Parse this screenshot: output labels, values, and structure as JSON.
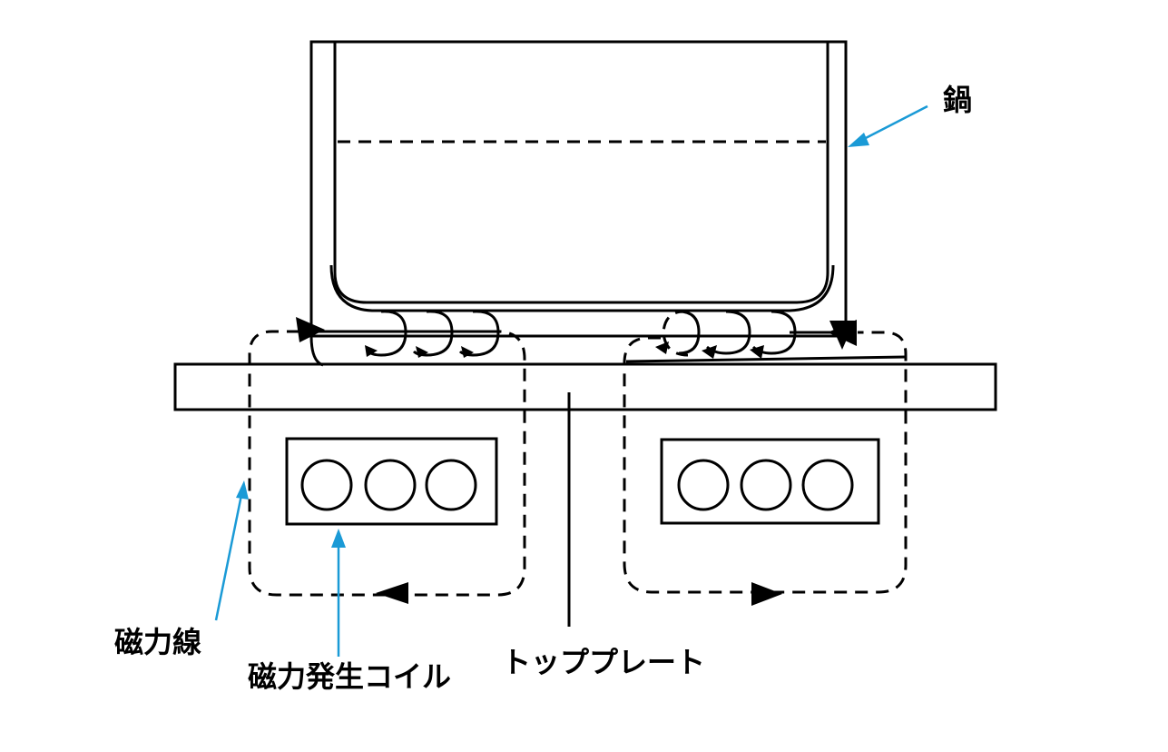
{
  "labels": {
    "pot": "鍋",
    "magnetic_flux": "磁力線",
    "coil": "磁力発生コイル",
    "top_plate": "トッププレート"
  },
  "colors": {
    "line": "#000000",
    "leader": "#1a9ad6",
    "background": "#ffffff"
  }
}
